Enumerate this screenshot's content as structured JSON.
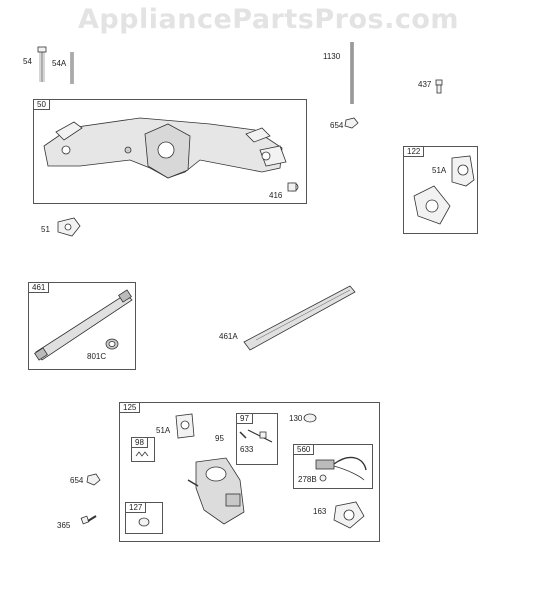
{
  "watermark": "AppliancePartsPros.com",
  "callouts": {
    "p54": "54",
    "p54a": "54A",
    "p1130": "1130",
    "p437": "437",
    "p654a": "654",
    "p416": "416",
    "p51": "51",
    "p51a_top": "51A",
    "p461a": "461A",
    "p801c": "801C",
    "p51a_mid": "51A",
    "p95": "95",
    "p633": "633",
    "p130": "130",
    "p278b": "278B",
    "p654b": "654",
    "p365": "365",
    "p163": "163"
  },
  "boxes": {
    "b50": "50",
    "b122": "122",
    "b461": "461",
    "b125": "125",
    "b97": "97",
    "b98": "98",
    "b560": "560",
    "b127": "127"
  }
}
